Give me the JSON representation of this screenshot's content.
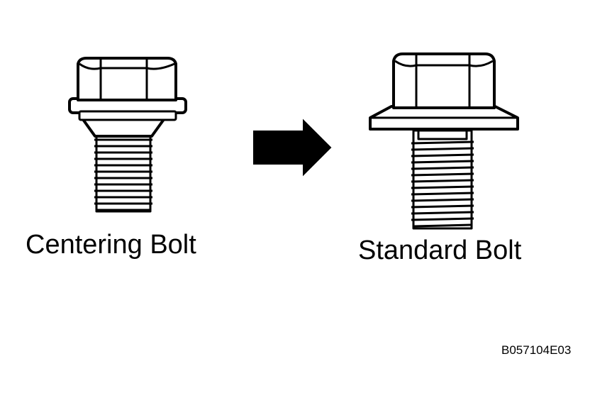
{
  "labels": {
    "centering_bolt": "Centering Bolt",
    "standard_bolt": "Standard Bolt",
    "figure_code": "B057104E03"
  },
  "colors": {
    "ink": "#000000",
    "background": "#ffffff",
    "fill": "#ffffff"
  }
}
